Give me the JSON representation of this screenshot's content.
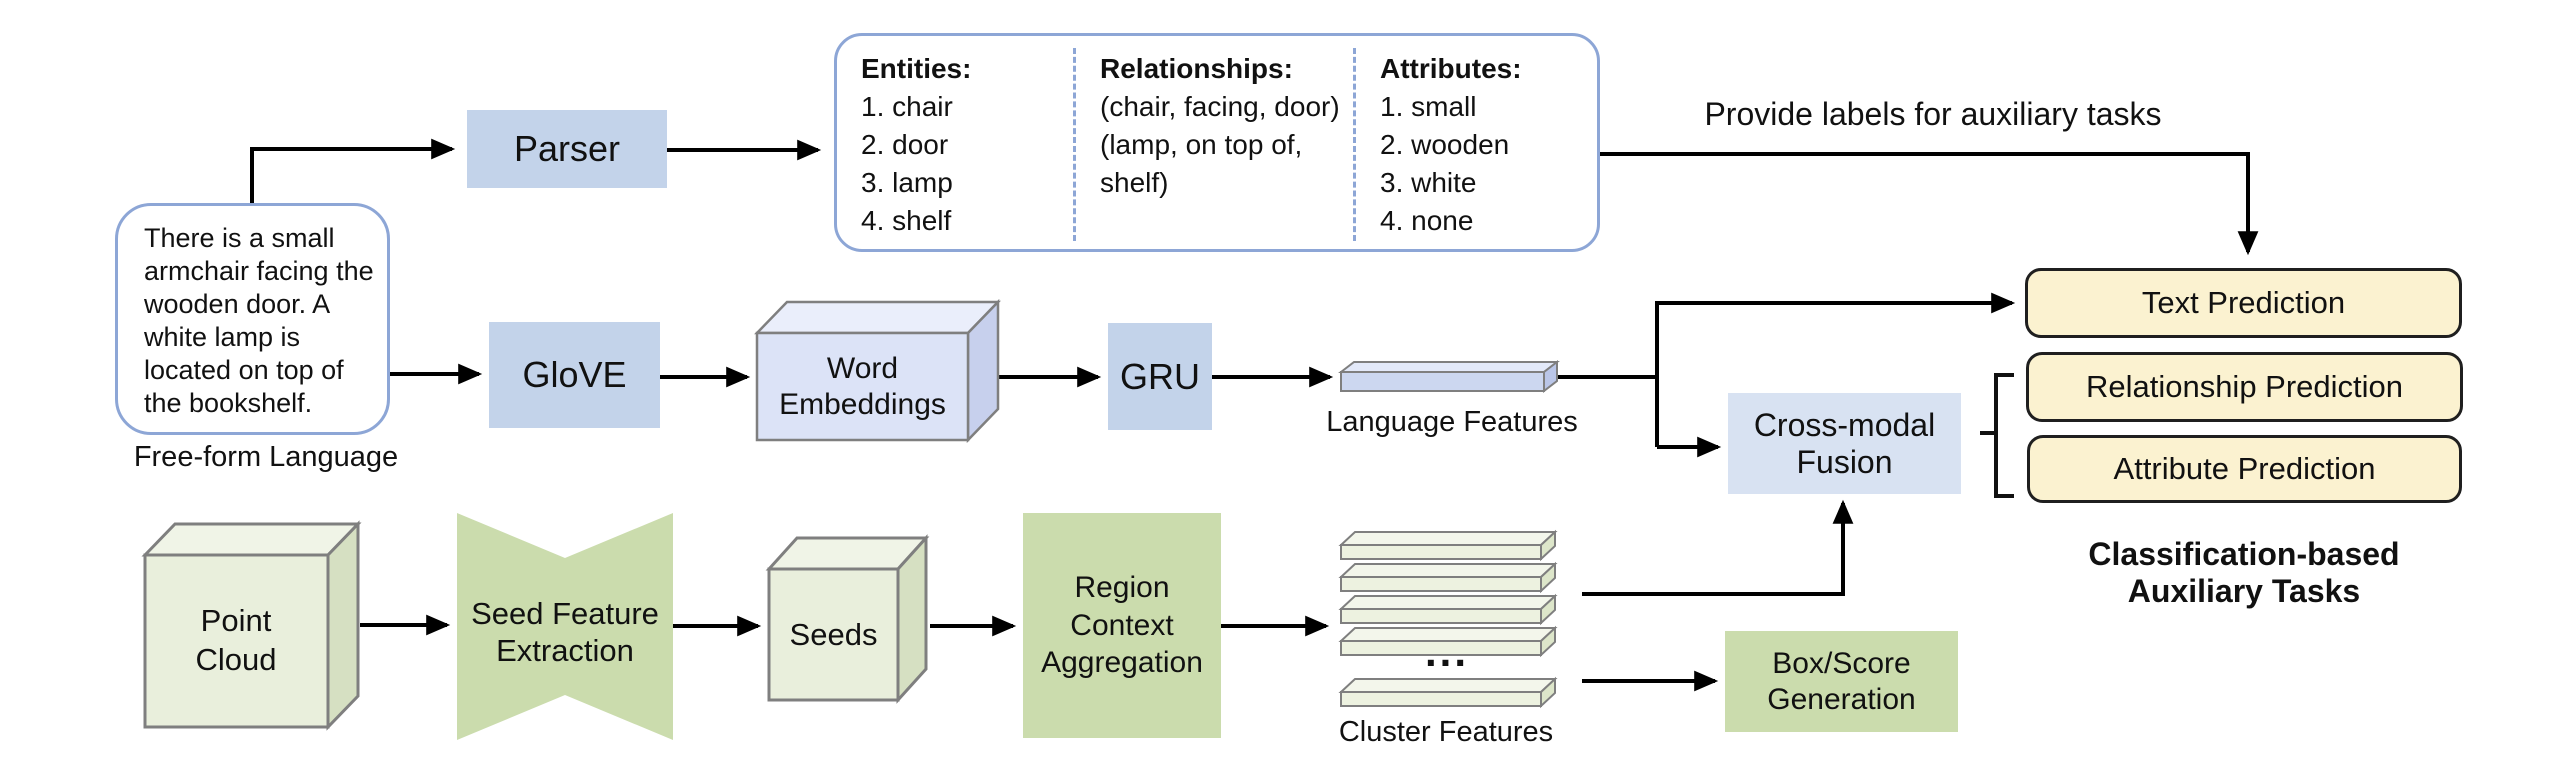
{
  "lang": {
    "freeform_text": "There is a small armchair facing the wooden door. A white lamp is located on top of the bookshelf.",
    "freeform_label": "Free-form Language",
    "parser": "Parser",
    "glove": "GloVE",
    "word_embeddings": "Word Embeddings",
    "gru": "GRU",
    "language_features": "Language Features"
  },
  "parse": {
    "entities_header": "Entities:",
    "entities": [
      "1. chair",
      "2. door",
      "3. lamp",
      "4. shelf"
    ],
    "relationships_header": "Relationships:",
    "relationships": [
      "(chair, facing, door)",
      "(lamp, on top of, shelf)"
    ],
    "attributes_header": "Attributes:",
    "attributes": [
      "1. small",
      "2. wooden",
      "3. white",
      "4. none"
    ]
  },
  "aux": {
    "provide_labels": "Provide labels for auxiliary tasks",
    "text_prediction": "Text Prediction",
    "relationship_prediction": "Relationship Prediction",
    "attribute_prediction": "Attribute Prediction",
    "cross_modal_fusion": "Cross-modal Fusion",
    "caption": "Classification-based Auxiliary Tasks"
  },
  "pc": {
    "point_cloud": "Point Cloud",
    "seed_feature_extraction": "Seed Feature Extraction",
    "seeds": "Seeds",
    "region_context_aggregation": "Region Context Aggregation",
    "cluster_features": "Cluster Features",
    "ellipsis": "...",
    "box_score_generation": "Box/Score Generation"
  },
  "colors": {
    "blue_box": "#c3d3ea",
    "blue_fusion": "#d8e2f2",
    "blue_border": "#8da6d6",
    "lavender_front": "#dce3f7",
    "green_box": "#cbdcad",
    "green_cube": "#e9efdc",
    "yellow_box": "#fbf2d0",
    "arrow": "#000000"
  }
}
